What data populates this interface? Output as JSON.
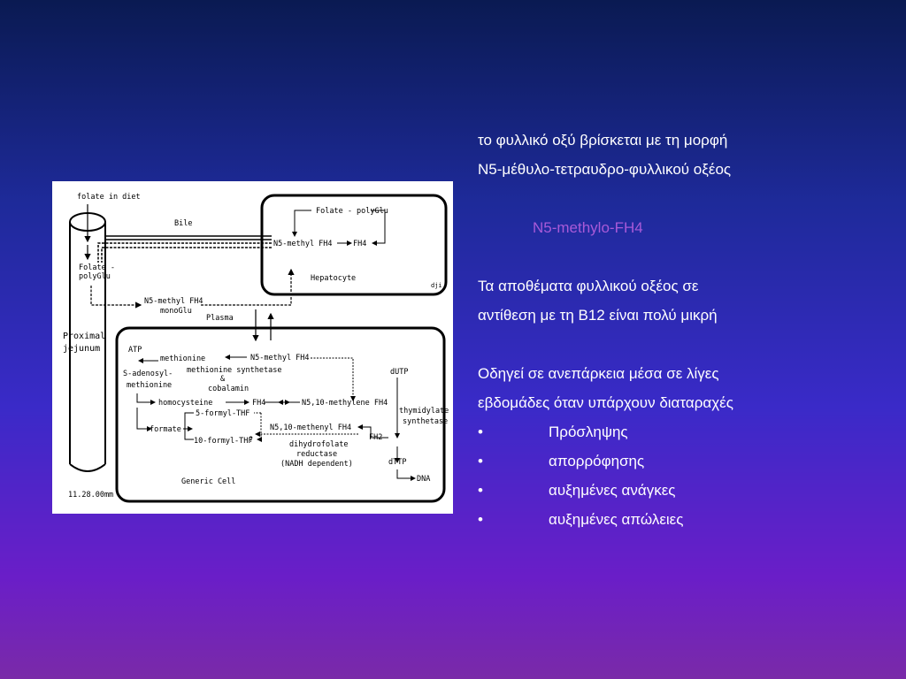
{
  "colors": {
    "highlight": "#a85ad8",
    "text": "#ffffff"
  },
  "text_panel": {
    "intro": [
      "το φυλλικό οξύ βρίσκεται με τη μορφή",
      "N5-μέθυλο-τετραυδρο-φυλλικού οξέος"
    ],
    "highlight": "N5-methylo-FH4",
    "stores": [
      "Τα αποθέματα φυλλικού οξέος σε",
      "αντίθεση με τη B12 είναι πολύ μικρή"
    ],
    "leads": [
      "Οδηγεί  σε ανεπάρκεια μέσα σε λίγες",
      "εβδομάδες όταν υπάρχουν διαταραχές"
    ],
    "bullet_symbol": "•",
    "bullets": [
      "Πρόσληψης",
      "απορρόφησης",
      "αυξημένες ανάγκες",
      "αυξημένες απώλειες"
    ]
  },
  "diagram": {
    "folate_in_diet": "folate in diet",
    "folate_polyglu_1": "Folate -",
    "folate_polyglu_2": "polyGlu",
    "proximal": "Proximal",
    "jejunum": "jejunum",
    "scale": "11.28.00mm",
    "bile": "Bile",
    "plasma": "Plasma",
    "n5_mono_1": "N5-methyl FH4",
    "n5_mono_2": "monoGlu",
    "hep_folate": "Folate - polyGlu",
    "hep_n5": "N5-methyl FH4",
    "hep_fh4": "FH4",
    "hepatocyte": "Hepatocyte",
    "dji": "dji",
    "atp": "ATP",
    "methionine": "methionine",
    "n5_cell": "N5-methyl FH4",
    "sam_1": "S-adenosyl-",
    "sam_2": "methionine",
    "met_synth": "methionine synthetase",
    "amp": "&",
    "cobalamin": "cobalamin",
    "homocysteine": "homocysteine",
    "fh4_cell": "FH4",
    "methylene": "N5,10-methylene FH4",
    "dutp": "dUTP",
    "ts_1": "thymidylate",
    "ts_2": "synthetase",
    "formyl5": "5-formyl-THF",
    "formate": "formate",
    "methenyl": "N5,10-methenyl FH4",
    "fh2": "FH2",
    "formyl10": "10-formyl-THF",
    "q": "?",
    "dhfr_1": "dihydrofolate",
    "dhfr_2": "reductase",
    "dhfr_3": "(NADH dependent)",
    "dttp": "dTTP",
    "dna": "DNA",
    "generic_cell": "Generic Cell"
  }
}
